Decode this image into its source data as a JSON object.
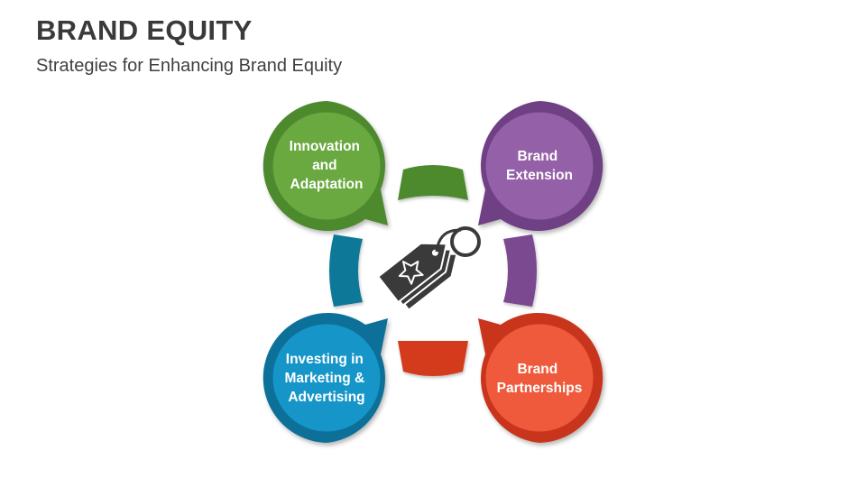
{
  "header": {
    "title": "BRAND EQUITY",
    "subtitle": "Strategies for Enhancing Brand Equity"
  },
  "diagram": {
    "center_icon": "price-tag-star-icon",
    "nodes": [
      {
        "id": "innovation",
        "lines": [
          "Innovation",
          "and",
          "Adaptation"
        ],
        "color": "#6aa83f",
        "ring": "#4e8a2e"
      },
      {
        "id": "extension",
        "lines": [
          "Brand",
          "Extension"
        ],
        "color": "#9460a8",
        "ring": "#6f3f84"
      },
      {
        "id": "investing",
        "lines": [
          "Investing in",
          "Marketing &",
          "Advertising"
        ],
        "color": "#1296c8",
        "ring": "#0b6f98"
      },
      {
        "id": "partnerships",
        "lines": [
          "Brand",
          "Partnerships"
        ],
        "color": "#ee5a3a",
        "ring": "#c8361c"
      }
    ],
    "connectors": [
      {
        "id": "top",
        "color": "#4e8a2e"
      },
      {
        "id": "right",
        "color": "#7a4a8f"
      },
      {
        "id": "bottom",
        "color": "#d33a1e"
      },
      {
        "id": "left",
        "color": "#0f7898"
      }
    ]
  }
}
